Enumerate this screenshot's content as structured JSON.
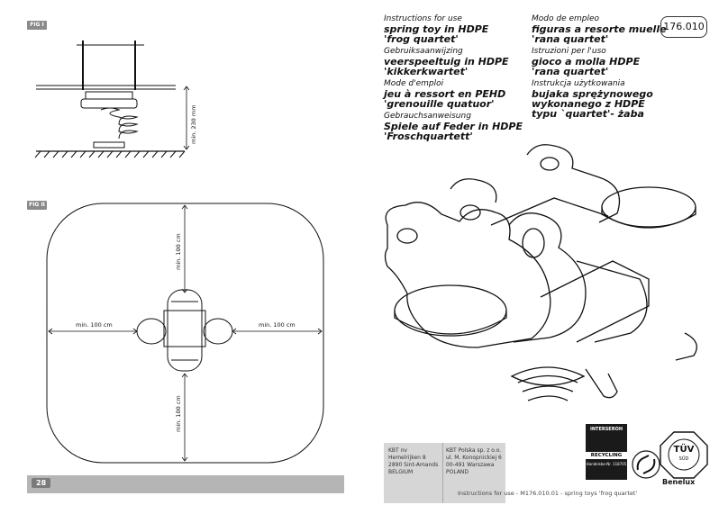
{
  "figures": {
    "fig1_tag": "FIG I",
    "fig2_tag": "FIG II",
    "fig1_height_label": "min. 230 mm",
    "fig2_top_label": "min. 100 cm",
    "fig2_left_label": "min. 100 cm",
    "fig2_right_label": "min. 100 cm",
    "fig2_bottom_label": "min. 100 cm"
  },
  "page_number": "28",
  "product_code": "176.010",
  "instructions_left": [
    {
      "title": "Instructions for use",
      "line1": "spring toy in HDPE",
      "line2": "'frog quartet'"
    },
    {
      "title": "Gebruiksaanwijzing",
      "line1": "veerspeeltuig in HDPE",
      "line2": "'kikkerkwartet'"
    },
    {
      "title": "Mode d'emploi",
      "line1": "jeu à ressort en PEHD",
      "line2": "'grenouille quatuor'"
    },
    {
      "title": "Gebrauchsanweisung",
      "line1": "Spiele auf Feder in HDPE",
      "line2": "'Froschquartett'"
    }
  ],
  "instructions_right": [
    {
      "title": "Modo de empleo",
      "line1": "figuras a resorte muelle",
      "line2": "'rana quartet'"
    },
    {
      "title": "Istruzioni per l'uso",
      "line1": "gioco a molla HDPE",
      "line2": "'rana quartet'"
    },
    {
      "title": "Instrukcja użytkowania",
      "line1": "bujaka sprężynowego",
      "line2": "wykonanego z HDPE",
      "line3": "typu `quartet'-  żaba"
    }
  ],
  "address_kbt_nv": [
    "KBT nv",
    "Hemelrijken 8",
    "2890 Sint-Amands",
    "BELGIUM"
  ],
  "address_kbt_polska": [
    "KBT Polska sp. z o.o.",
    "ul. M. Konopnickiej 6",
    "00-491 Warszawa",
    "POLAND"
  ],
  "logos": {
    "interseroh_top": "INTERSEROH",
    "interseroh_band": "RECYCLING",
    "interseroh_sub": "Handelsbe-Nr. 118705",
    "tuv_mark": "TÜV",
    "tuv_sub": "SÜD",
    "tuv_region": "Benelux"
  },
  "footer": "Instructions for use - M176.010.01 - spring toys 'frog quartet'"
}
